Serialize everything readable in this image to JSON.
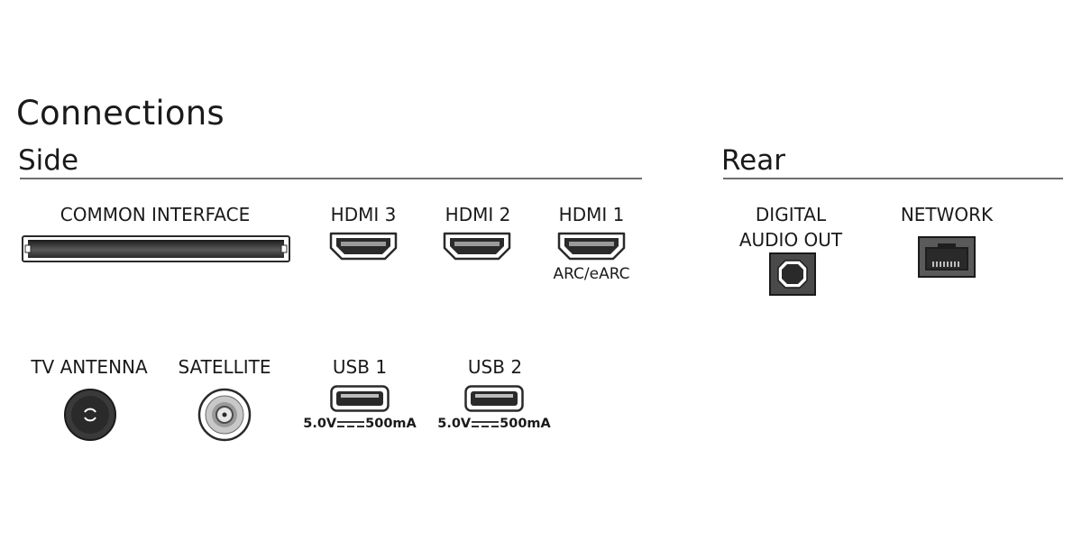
{
  "title": "Connections",
  "sections": {
    "side": "Side",
    "rear": "Rear"
  },
  "ports": {
    "common_interface": {
      "label": "COMMON INTERFACE"
    },
    "hdmi3": {
      "label": "HDMI 3"
    },
    "hdmi2": {
      "label": "HDMI 2"
    },
    "hdmi1": {
      "label": "HDMI 1",
      "sub": "ARC/eARC"
    },
    "digital_audio_out": {
      "label_line1": "DIGITAL",
      "label_line2": "AUDIO OUT"
    },
    "network": {
      "label": "NETWORK"
    },
    "tv_antenna": {
      "label": "TV ANTENNA"
    },
    "satellite": {
      "label": "SATELLITE"
    },
    "usb1": {
      "label": "USB 1",
      "spec_voltage": "5.0V",
      "spec_current": "500mA"
    },
    "usb2": {
      "label": "USB 2",
      "spec_voltage": "5.0V",
      "spec_current": "500mA"
    }
  },
  "icons": [
    "ci-slot-icon",
    "hdmi-port-icon",
    "optical-port-icon",
    "ethernet-port-icon",
    "coax-port-icon",
    "usb-port-icon"
  ],
  "colors": {
    "port_dark": "#2a2a2a",
    "port_mid": "#6a6a6a",
    "rule": "#6e6e6e"
  }
}
